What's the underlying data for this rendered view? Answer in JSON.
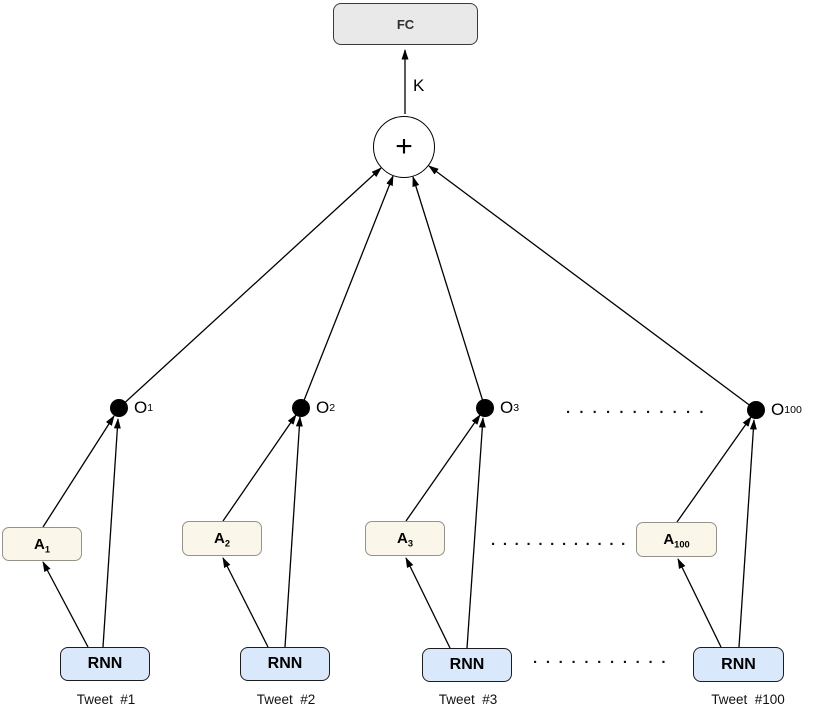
{
  "figure": {
    "fc_label": "FC",
    "k_label": "K",
    "sum_symbol": "+",
    "columns": [
      {
        "o_main": "O",
        "o_sub": "1",
        "a_main": "A",
        "a_sub": "1",
        "rnn_label": "RNN",
        "tweet_label": "Tweet  #1"
      },
      {
        "o_main": "O",
        "o_sub": "2",
        "a_main": "A",
        "a_sub": "2",
        "rnn_label": "RNN",
        "tweet_label": "Tweet  #2"
      },
      {
        "o_main": "O",
        "o_sub": "3",
        "a_main": "A",
        "a_sub": "3",
        "rnn_label": "RNN",
        "tweet_label": "Tweet  #3"
      },
      {
        "o_main": "O",
        "o_sub": "100",
        "a_main": "A",
        "a_sub": "100",
        "rnn_label": "RNN",
        "tweet_label": "Tweet  #100"
      }
    ],
    "ellipsis": {
      "o_row": ". . . . . . . . . . .",
      "a_row": ". . . . . . . . . . . .",
      "rnn_row": ". . . . . . . . . . ."
    },
    "colors": {
      "fc_fill": "#e9e9e9",
      "a_fill": "#faf6ea",
      "rnn_fill": "#dae8fc",
      "o_node_fill": "#000000",
      "edge_stroke": "#000000"
    }
  }
}
